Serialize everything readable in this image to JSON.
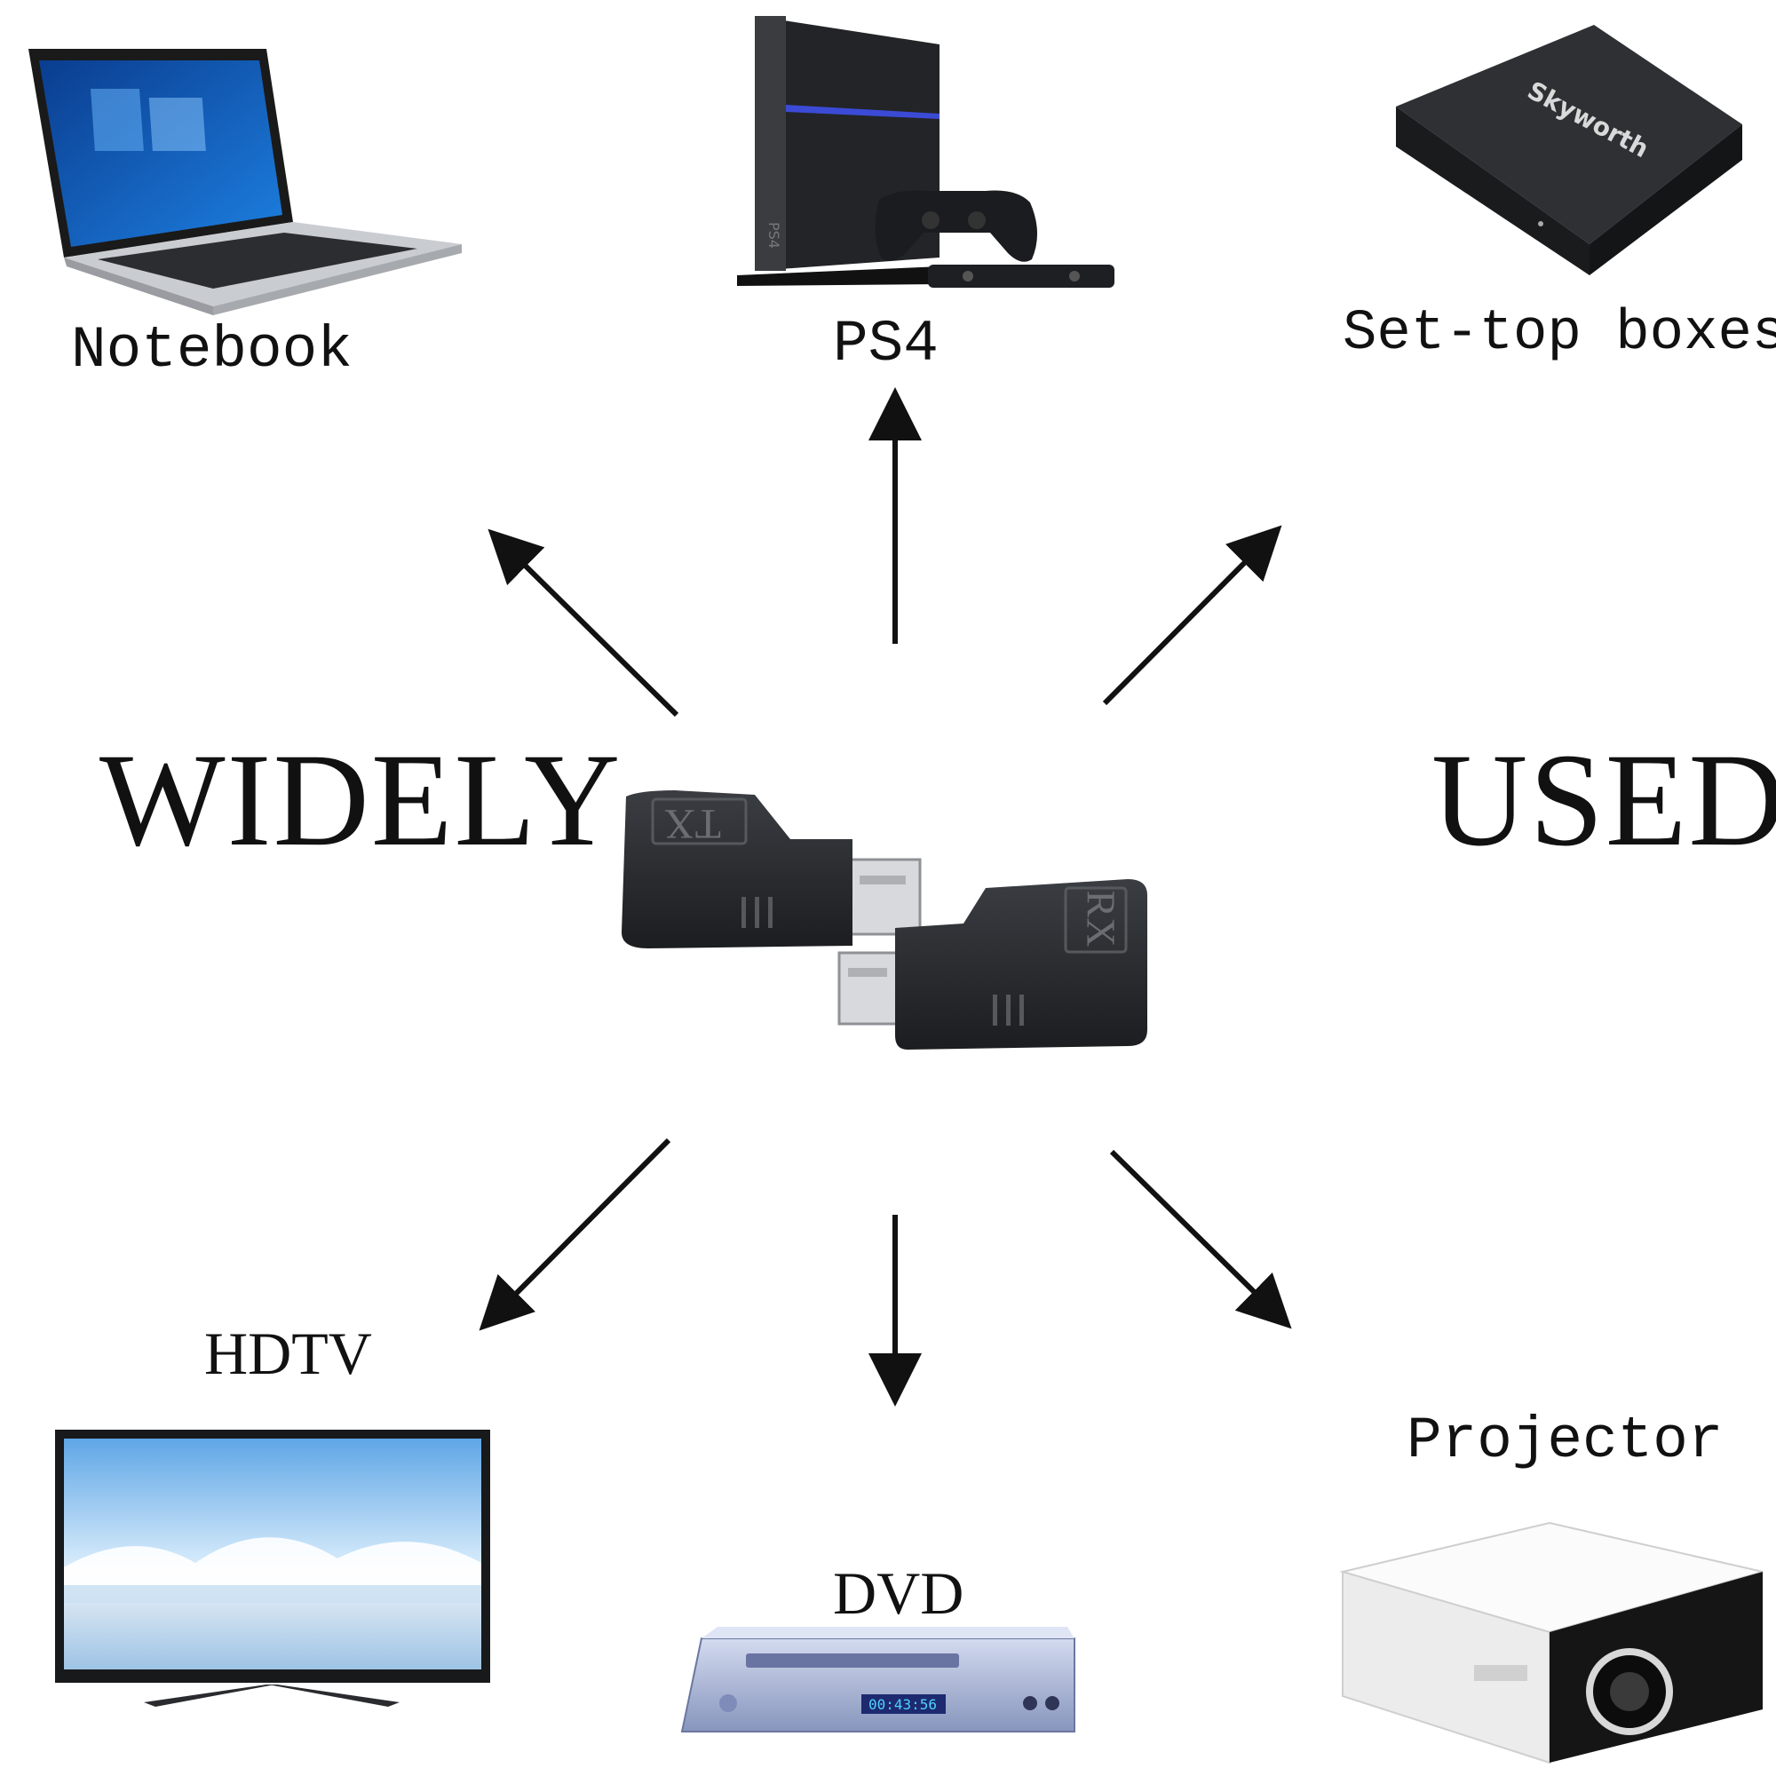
{
  "devices": {
    "notebook": {
      "label": "Notebook"
    },
    "ps4": {
      "label": "PS4",
      "side_mark": "PS4"
    },
    "settop": {
      "label": "Set-top boxes",
      "brand": "Skyworth"
    },
    "hdtv": {
      "label": "HDTV"
    },
    "dvd": {
      "label": "DVD",
      "display": "00:43:56"
    },
    "projector": {
      "label": "Projector"
    }
  },
  "headline": {
    "left": "WIDELY",
    "right": "USED"
  },
  "adapter": {
    "tx": "TX",
    "rx": "RX"
  },
  "colors": {
    "ink": "#111111",
    "device_dark": "#2b2d31",
    "tv_sky": "#5fa6e6",
    "dvd_silver": "#a9b6d6",
    "projector_white": "#f4f4f4"
  }
}
